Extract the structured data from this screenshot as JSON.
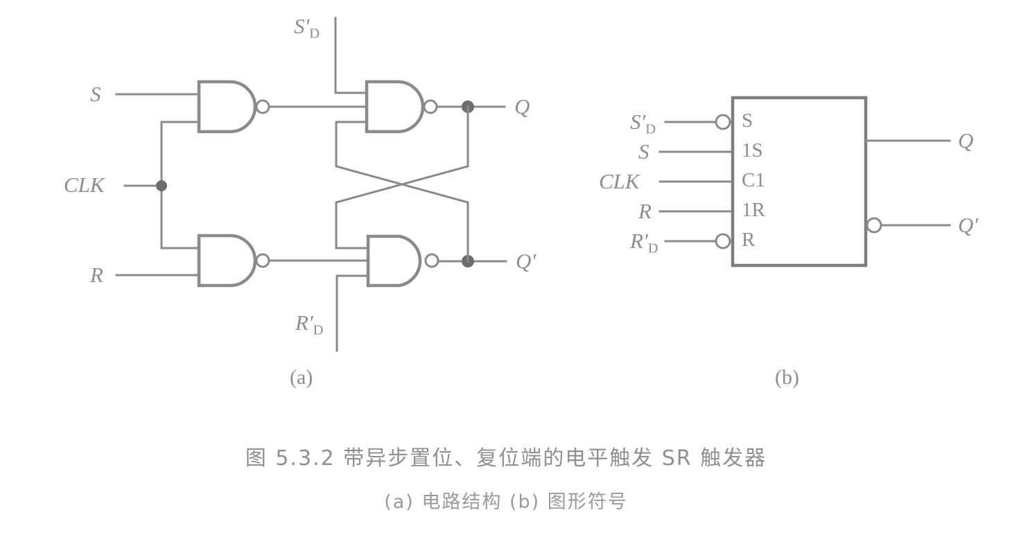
{
  "figure": {
    "caption_main": "图 5.3.2  带异步置位、复位端的电平触发 SR 触发器",
    "caption_sub": "(a) 电路结构   (b) 图形符号",
    "part_a_label": "(a)",
    "part_b_label": "(b)"
  },
  "colors": {
    "line": "#8a8a8a",
    "text": "#8d8d8d",
    "background": "#ffffff",
    "node": "#6d6d6d"
  },
  "circuit": {
    "title": "带异步置位、复位端的电平触发 SR 触发器电路结构",
    "inputs": [
      {
        "name": "S",
        "base": "S",
        "sub": "",
        "prime": false
      },
      {
        "name": "CLK",
        "base": "CLK",
        "sub": "",
        "prime": false
      },
      {
        "name": "R",
        "base": "R",
        "sub": "",
        "prime": false
      },
      {
        "name": "SD'",
        "base": "S",
        "sub": "D",
        "prime": true
      },
      {
        "name": "RD'",
        "base": "R",
        "sub": "D",
        "prime": true
      }
    ],
    "outputs": [
      {
        "name": "Q",
        "base": "Q",
        "prime": false
      },
      {
        "name": "Q'",
        "base": "Q",
        "prime": true
      }
    ],
    "gates": [
      {
        "id": "G1",
        "type": "NAND",
        "inputs": [
          "S",
          "CLK"
        ],
        "output": "n1"
      },
      {
        "id": "G2",
        "type": "NAND",
        "inputs": [
          "SD'",
          "n1",
          "Qn"
        ],
        "output": "Q"
      },
      {
        "id": "G3",
        "type": "NAND",
        "inputs": [
          "CLK",
          "R"
        ],
        "output": "n2"
      },
      {
        "id": "G4",
        "type": "NAND",
        "inputs": [
          "Q",
          "n2",
          "RD'"
        ],
        "output": "Qn"
      }
    ]
  },
  "symbol": {
    "title": "图形符号",
    "input_labels": [
      {
        "base": "S",
        "sub": "D",
        "prime": true
      },
      {
        "base": "S",
        "sub": "",
        "prime": false
      },
      {
        "base": "CLK",
        "sub": "",
        "prime": false
      },
      {
        "base": "R",
        "sub": "",
        "prime": false
      },
      {
        "base": "R",
        "sub": "D",
        "prime": true
      }
    ],
    "pin_labels": [
      "S",
      "1S",
      "C1",
      "1R",
      "R"
    ],
    "output_labels": [
      {
        "base": "Q",
        "prime": false
      },
      {
        "base": "Q",
        "prime": true
      }
    ],
    "inverting_inputs": [
      "S",
      "R"
    ],
    "inverting_outputs": [
      "Q'"
    ]
  }
}
